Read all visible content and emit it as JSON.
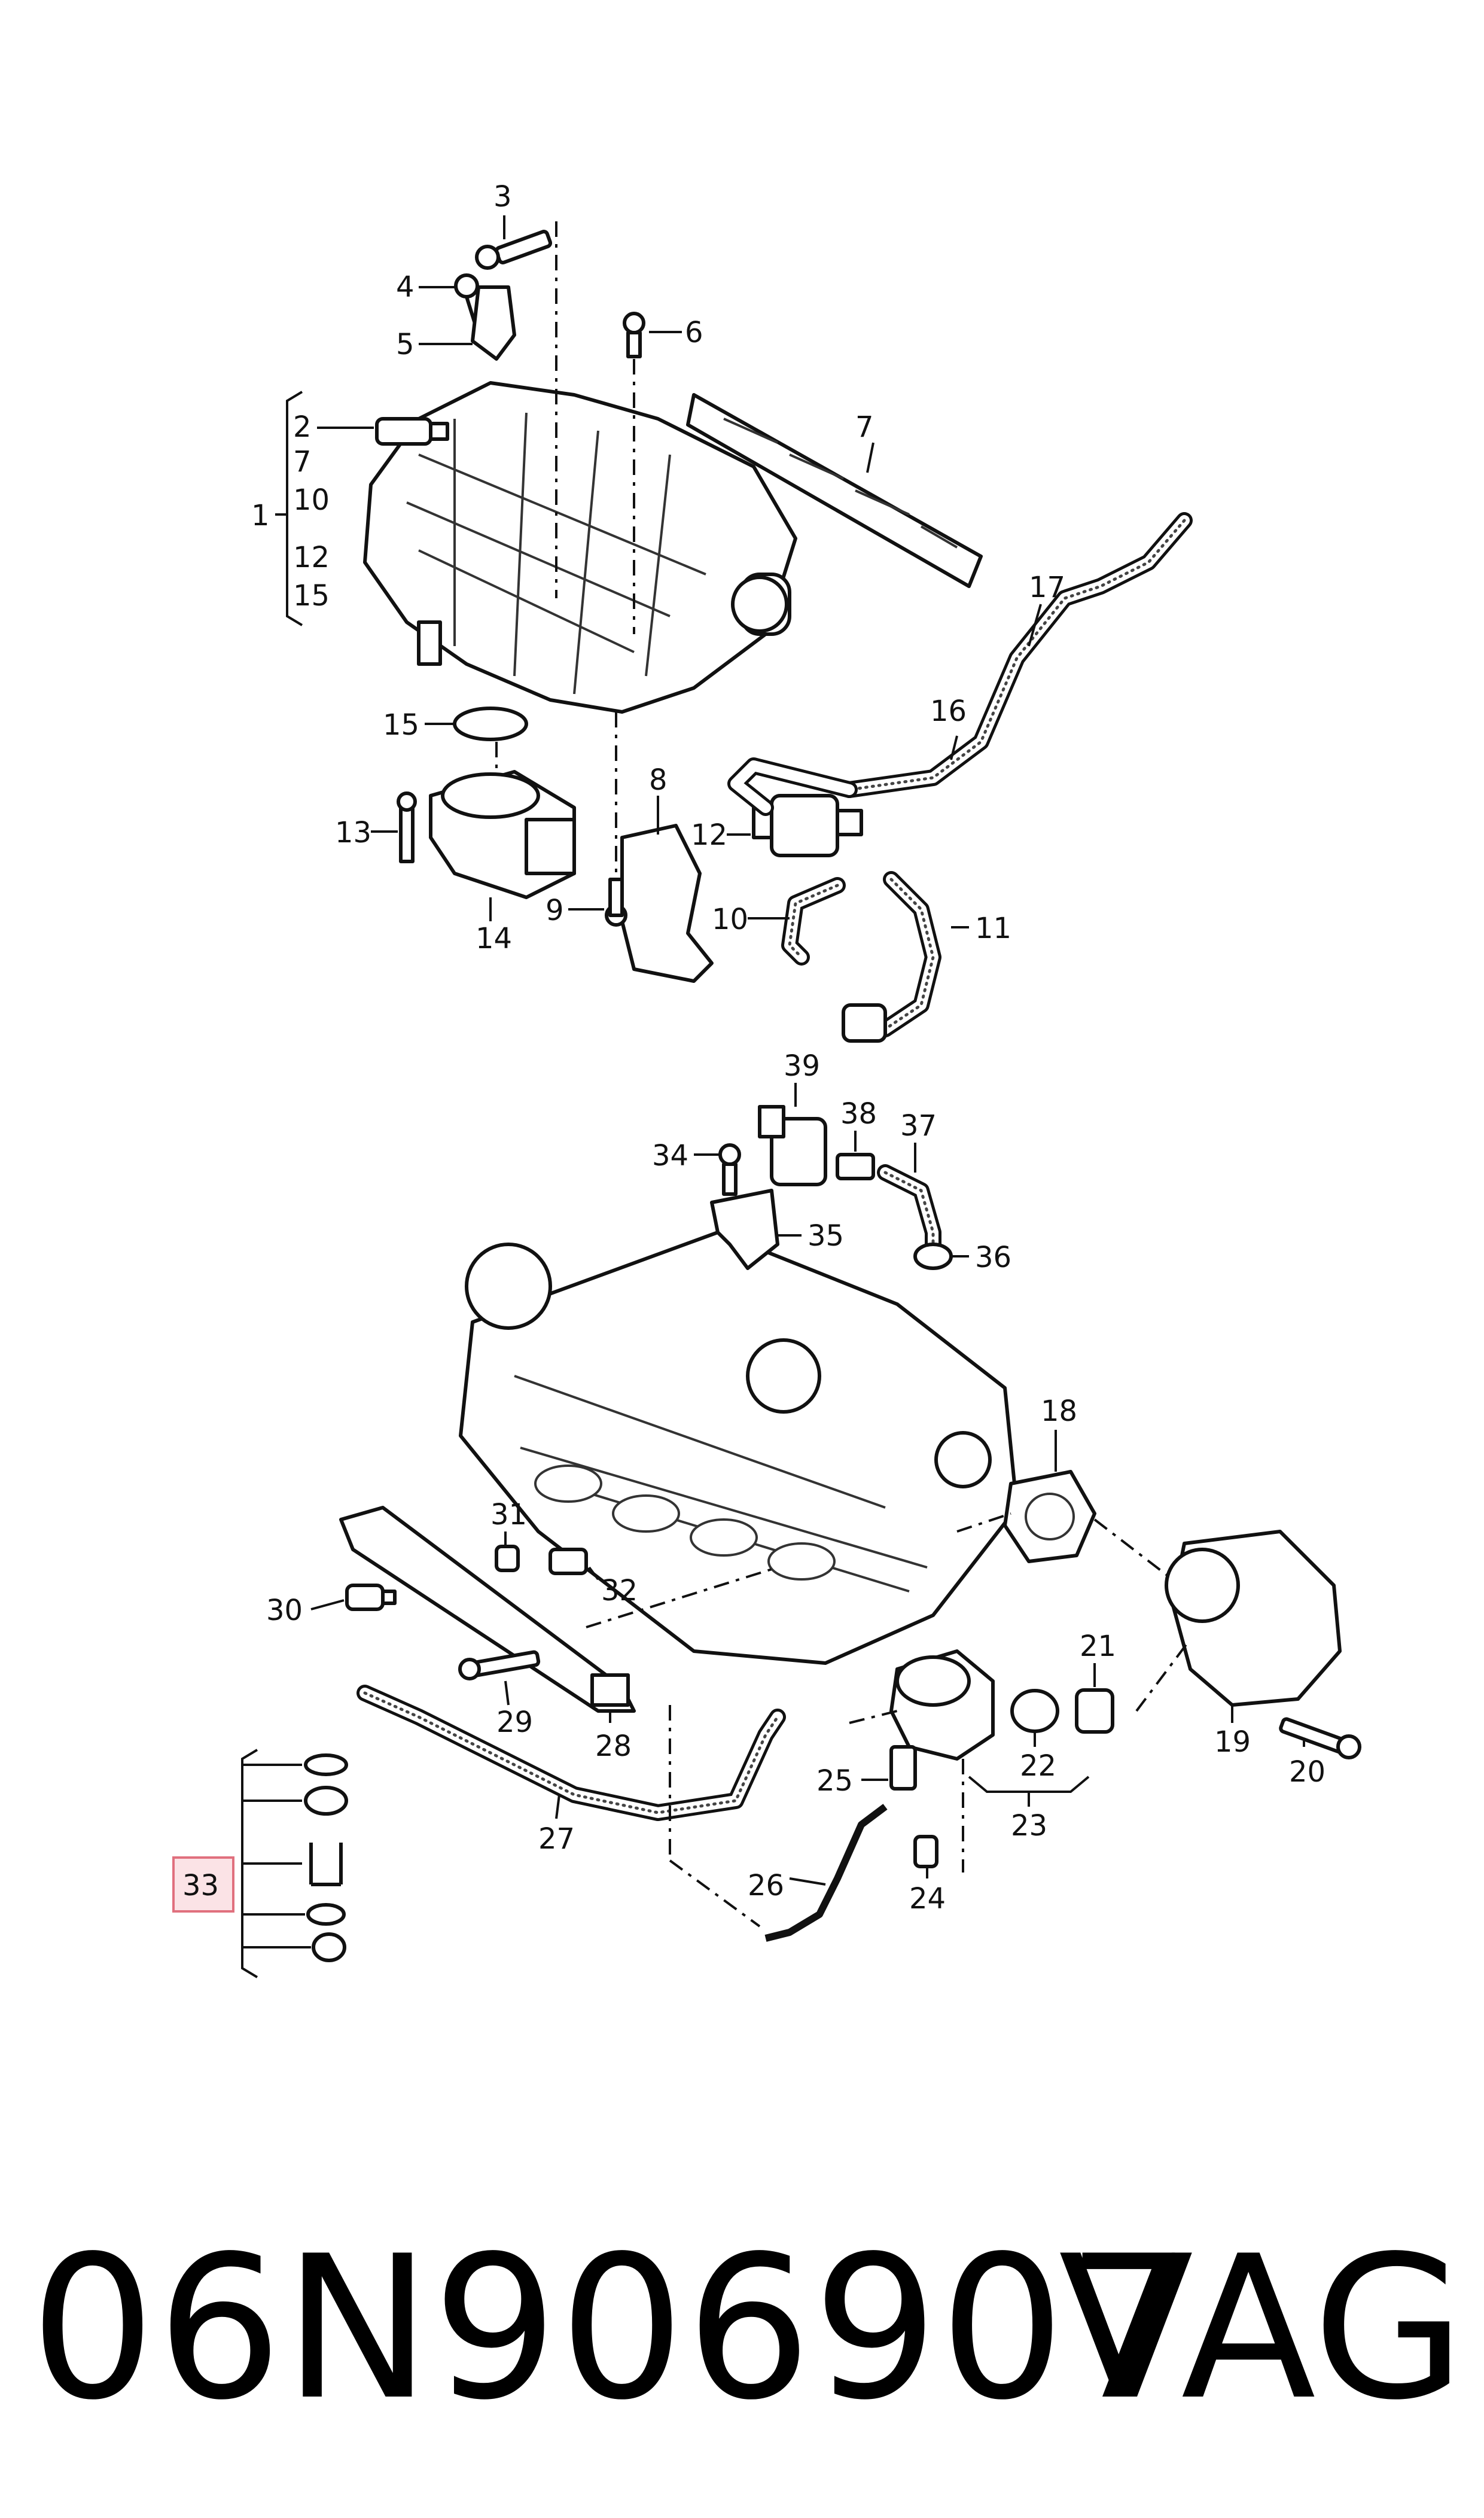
{
  "labels": {
    "p1": "1",
    "p2": "2",
    "p3": "3",
    "p4": "4",
    "p5": "5",
    "p6": "6",
    "p7": "7",
    "p8": "8",
    "p9": "9",
    "p10": "10",
    "p11": "11",
    "p12": "12",
    "p13": "13",
    "p14": "14",
    "p15": "15",
    "p16": "16",
    "p17": "17",
    "p18": "18",
    "p19": "19",
    "p20": "20",
    "p21": "21",
    "p22": "22",
    "p23": "23",
    "p24": "24",
    "p25": "25",
    "p26": "26",
    "p27": "27",
    "p28": "28",
    "p29": "29",
    "p30": "30",
    "p31": "31",
    "p32": "32",
    "p33": "33",
    "p34": "34",
    "p35": "35",
    "p36": "36",
    "p37": "37",
    "p38": "38",
    "p39": "39"
  },
  "bracket_1_items": [
    "2",
    "7",
    "10",
    "12",
    "15"
  ],
  "highlight": {
    "label": "33",
    "fill": "#fbe3e6",
    "stroke": "#e0707e"
  },
  "footer": {
    "part_number": "06N906907",
    "brand": "VAG"
  }
}
